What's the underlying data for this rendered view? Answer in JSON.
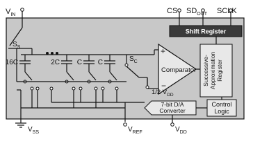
{
  "pins": {
    "vin": "V",
    "vin_sub": "IN",
    "cs": "CS",
    "sdout": "SD",
    "sdout_sub": "OUT",
    "sclk": "SCLK",
    "vss": "V",
    "vss_sub": "SS",
    "vref": "V",
    "vref_sub": "REF",
    "vdd": "V",
    "vdd_sub": "DD"
  },
  "switches": {
    "ss": "S",
    "ss_sub": "S",
    "sc": "S",
    "sc_sub": "C"
  },
  "capacitors": [
    "16C",
    "2C",
    "C",
    "C"
  ],
  "blocks": {
    "shift_register": "Shift Register",
    "comparator": "Comparator",
    "sar_line1": "Successive-",
    "sar_line2": "Approximation",
    "sar_line3": "Register",
    "control_line1": "Control",
    "control_line2": "Logic",
    "dac_line1": "7-bit D/A",
    "dac_line2": "Converter"
  },
  "comparator": {
    "plus": "+",
    "minus": "−",
    "half_vdd": "1/2 V",
    "half_vdd_sub": "DD"
  },
  "colors": {
    "chip_fill": "#c8c8c8",
    "block_fill": "#e8e8e8",
    "shift_fill": "#3a3a3a",
    "shift_text": "#ffffff",
    "line": "#111111"
  }
}
